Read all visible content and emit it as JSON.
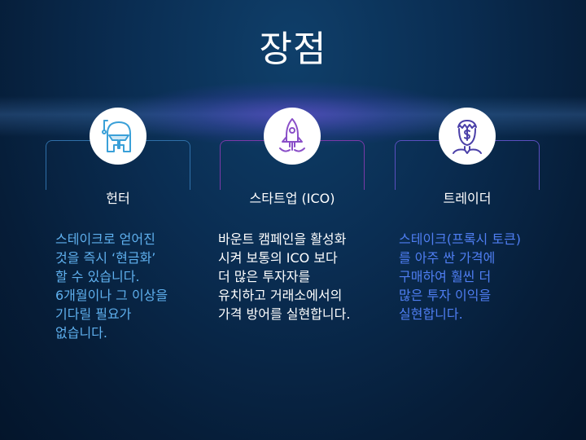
{
  "slide": {
    "title": "장점"
  },
  "columns": [
    {
      "label": "헌터",
      "icon": "bounty-hunter-helmet-icon",
      "frame_color": "#2f6fa8",
      "text_color": "#5fb0ee",
      "lines": [
        "스테이크로 얻어진",
        "것을 즉시 ‘현금화’",
        "할 수 있습니다.",
        "6개월이나 그 이상을",
        "기다릴 필요가",
        "없습니다."
      ]
    },
    {
      "label": "스타트업 (ICO)",
      "icon": "rocket-icon",
      "frame_color": "#7a3aa8",
      "text_color": "#ffffff",
      "lines": [
        "바운트 캠페인을 활성화",
        "시켜 보통의 ICO 보다",
        "더 많은 투자자를",
        "유치하고 거래소에서의",
        "가격 방어를 실현합니다."
      ]
    },
    {
      "label": "트레이더",
      "icon": "trader-dollar-face-icon",
      "frame_color": "#5a4fbf",
      "text_color": "#4f7ef2",
      "lines": [
        "스테이크(프록시 토큰)",
        "를 아주 싼 가격에",
        "구매하여 훨씬 더",
        "많은 투자 이익을",
        "실현합니다."
      ]
    }
  ]
}
